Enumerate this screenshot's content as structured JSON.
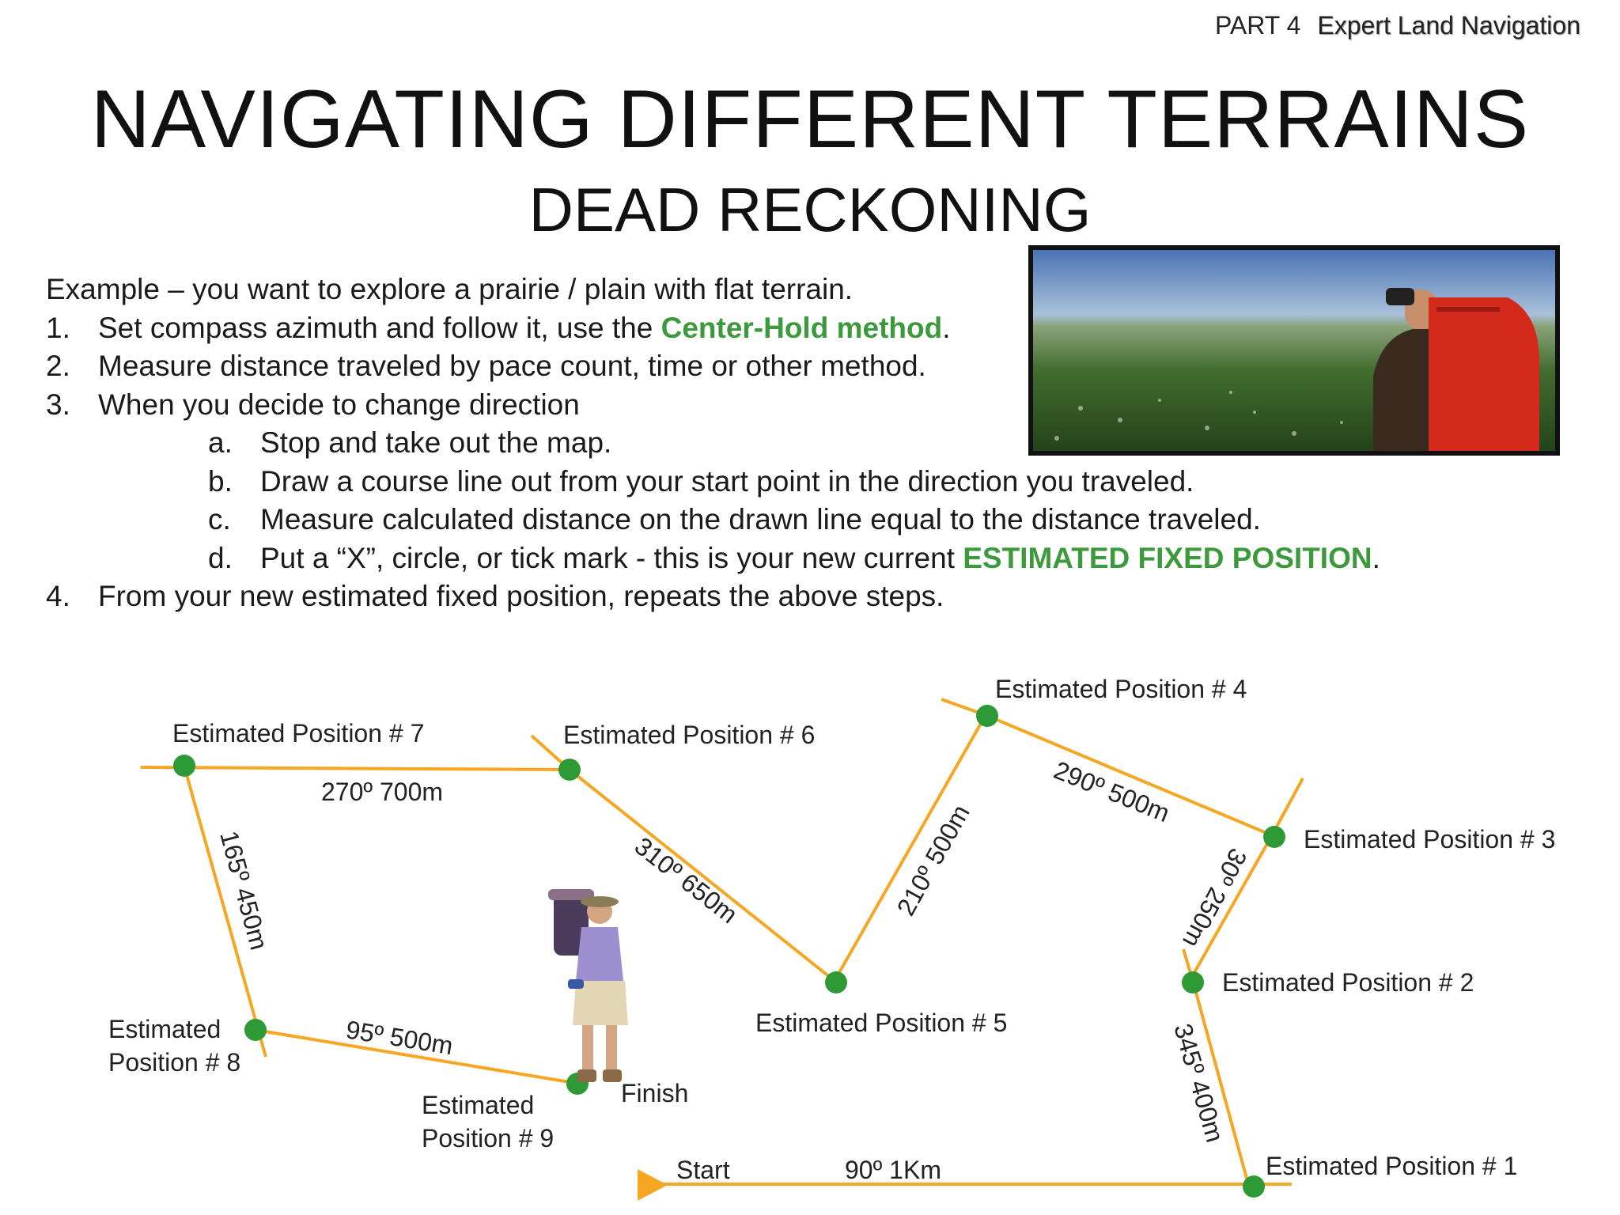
{
  "header": {
    "part": "PART 4",
    "course": "Expert  Land Navigation"
  },
  "title": "NAVIGATING DIFFERENT TERRAINS",
  "subtitle": "DEAD RECKONING",
  "intro": "Example – you want to explore a prairie / plain with flat terrain.",
  "steps": [
    {
      "num": "1.",
      "text": "Set compass azimuth and follow it, use the ",
      "highlight": "Center-Hold method",
      "after": "."
    },
    {
      "num": "2.",
      "text": "Measure distance traveled by pace count, time or other method."
    },
    {
      "num": "3.",
      "text": "When you decide to change direction"
    }
  ],
  "substeps": [
    {
      "letter": "a.",
      "text": "Stop and take out the map."
    },
    {
      "letter": "b.",
      "text": "Draw a course line out from your start point in the direction you traveled."
    },
    {
      "letter": "c.",
      "text": "Measure calculated distance on the drawn line equal to the distance traveled."
    },
    {
      "letter": "d.",
      "text": "Put a “X”, circle, or tick mark - this is your new current ",
      "highlight": "ESTIMATED FIXED POSITION",
      "after": "."
    }
  ],
  "step4": {
    "num": "4.",
    "text": "From your new estimated fixed position, repeats the above steps."
  },
  "colors": {
    "route": "#f5a623",
    "point": "#2e9a35",
    "highlight": "#3c9a3c"
  },
  "diagram": {
    "start_label": "Start",
    "finish_label": "Finish",
    "positions": [
      {
        "label": "Estimated Position # 1"
      },
      {
        "label": "Estimated Position # 2"
      },
      {
        "label": "Estimated Position # 3"
      },
      {
        "label": "Estimated Position # 4"
      },
      {
        "label": "Estimated Position # 5"
      },
      {
        "label": "Estimated Position # 6"
      },
      {
        "label": "Estimated Position # 7"
      },
      {
        "label": "Estimated",
        "label2": "Position # 8"
      },
      {
        "label": "Estimated",
        "label2": "Position # 9"
      }
    ],
    "legs": [
      {
        "label": "90º 1Km"
      },
      {
        "label": "345º 400m"
      },
      {
        "label": "30º 250m"
      },
      {
        "label": "290º 500m"
      },
      {
        "label": "210º 500m"
      },
      {
        "label": "310º 650m"
      },
      {
        "label": "270º 700m"
      },
      {
        "label": "165º 450m"
      },
      {
        "label": "95º 500m"
      }
    ]
  }
}
